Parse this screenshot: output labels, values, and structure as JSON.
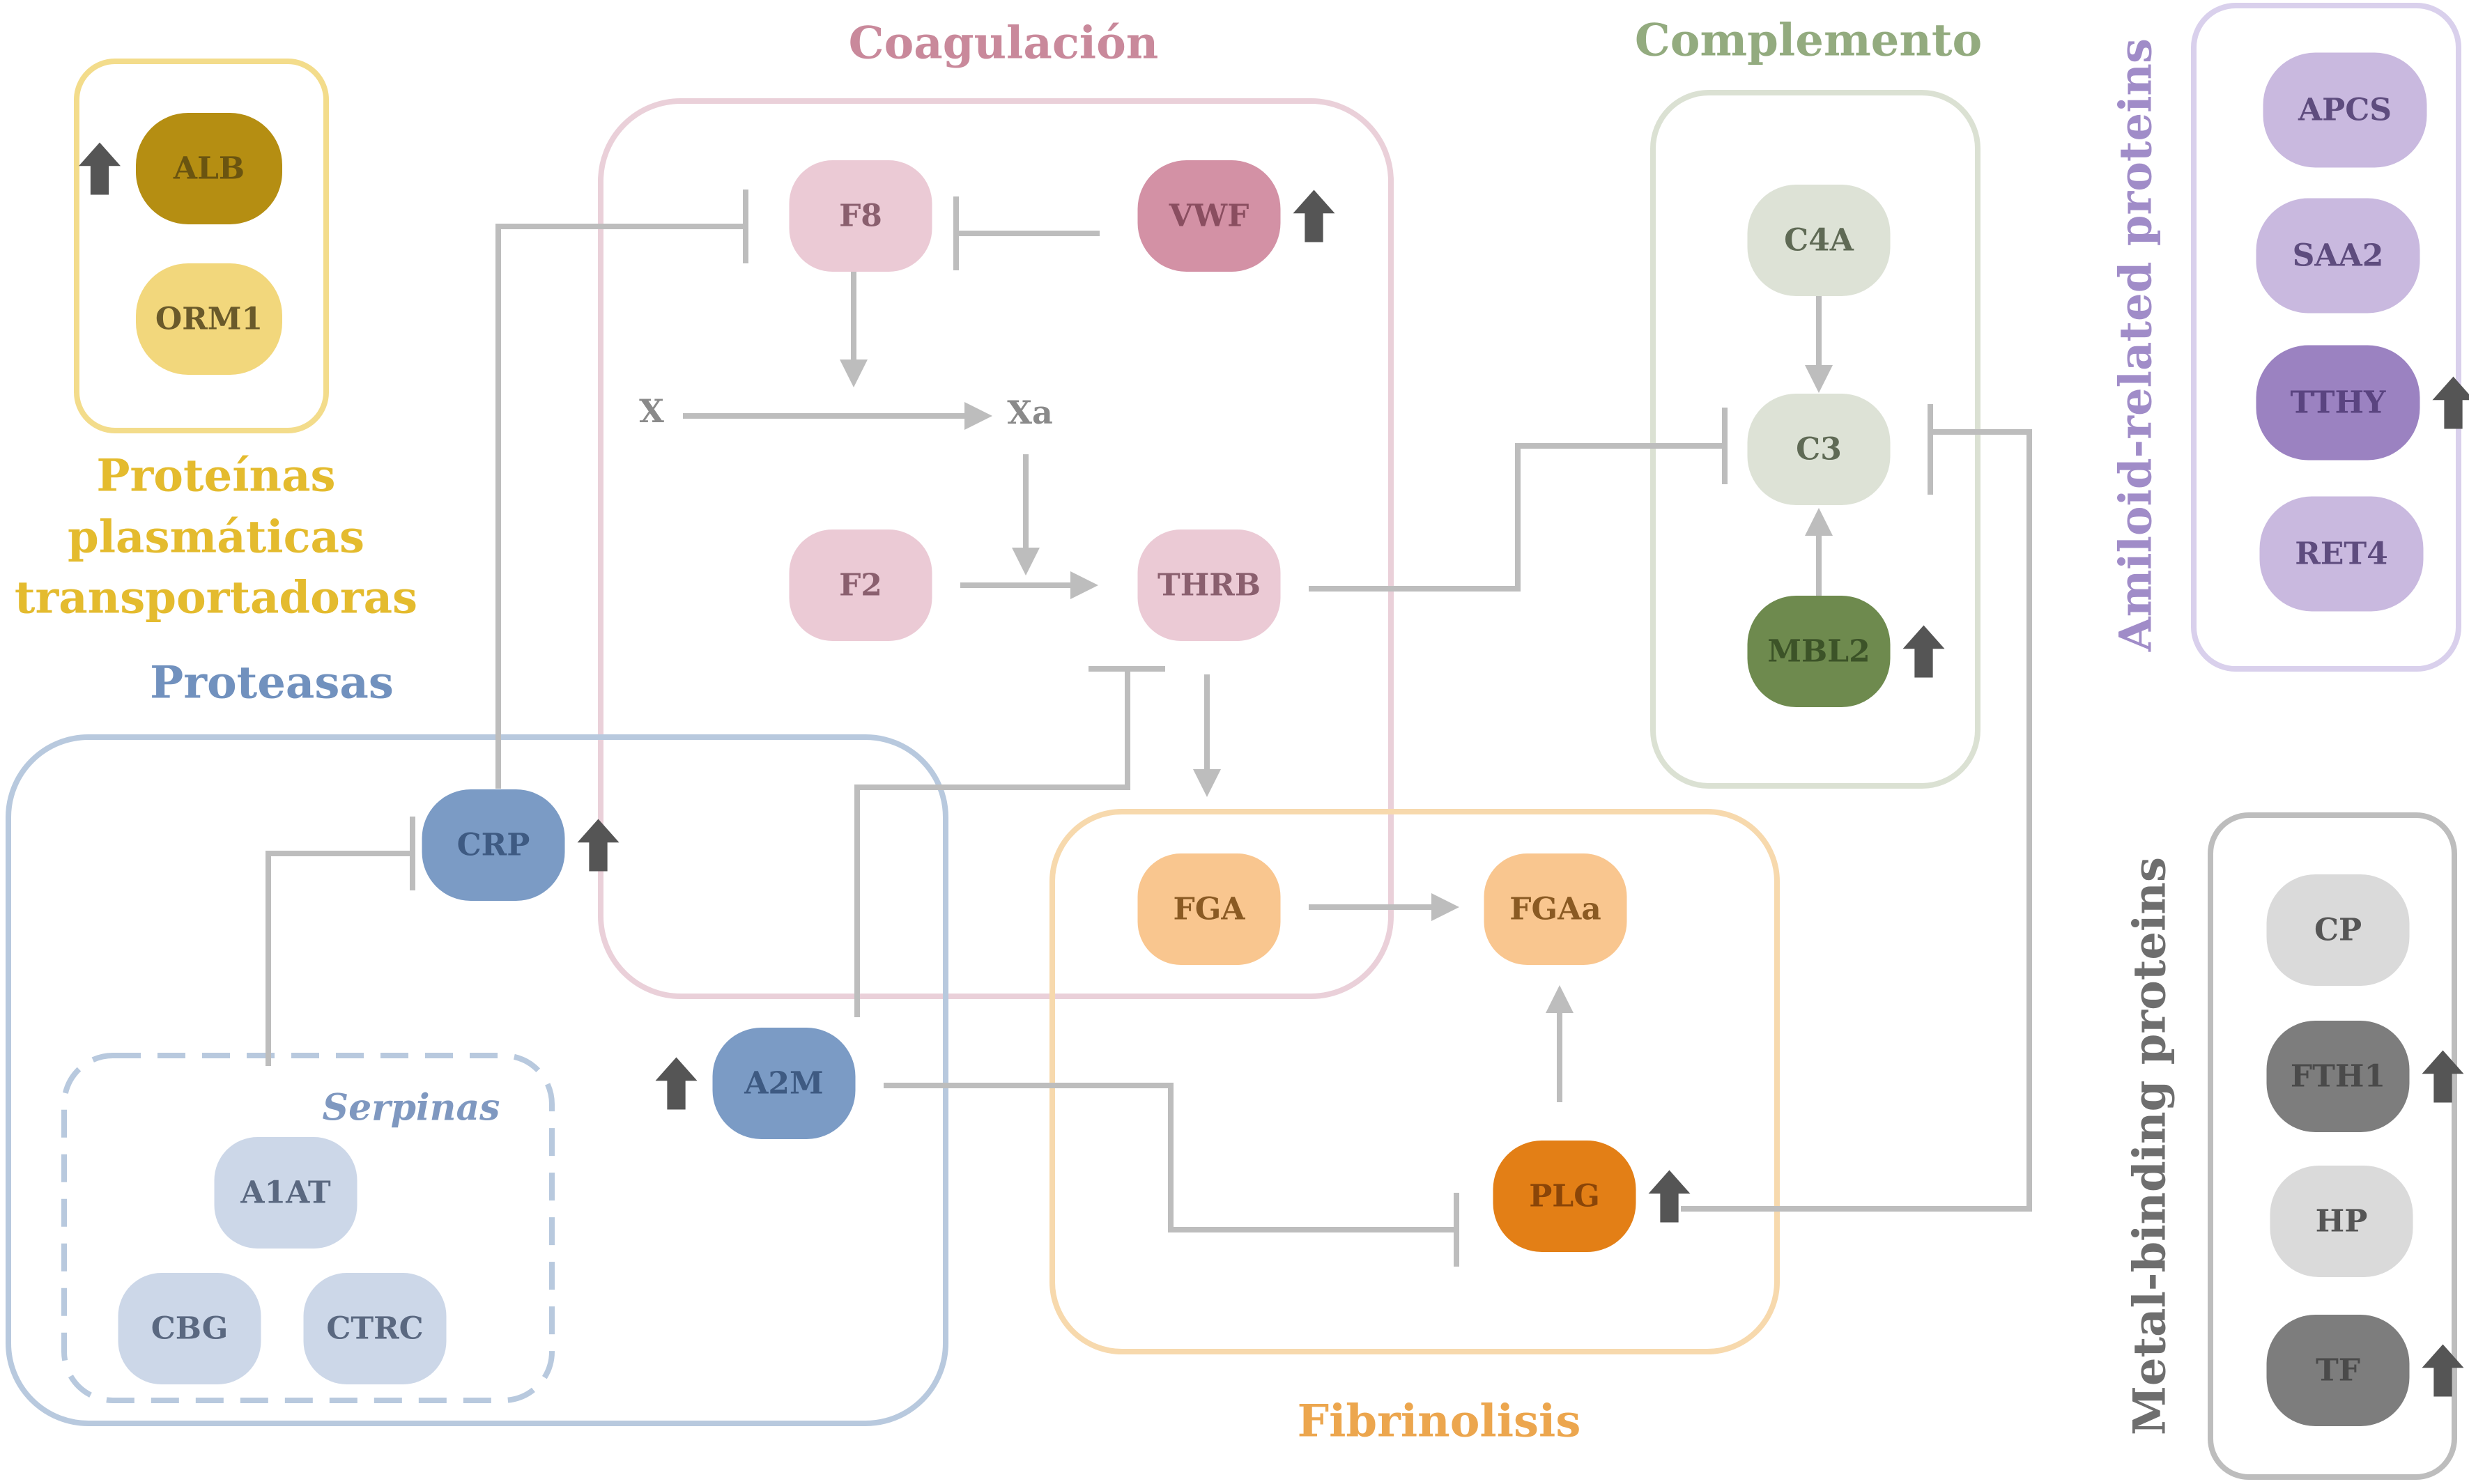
{
  "groups": {
    "transport": {
      "title_lines": [
        "Proteínas",
        "plasmáticas",
        "transportadoras"
      ],
      "color": "#e4bb2e",
      "border": "#f3dc8b"
    },
    "coagulation": {
      "title": "Coagulación",
      "color": "#c9899b",
      "border": "#ead0d9"
    },
    "complement": {
      "title": "Complemento",
      "color": "#93ab7f",
      "border": "#dbe1d3"
    },
    "amyloid": {
      "title": "Amiloid-related proteins",
      "color": "#a08cc8",
      "border": "#d9d0ec"
    },
    "proteases": {
      "title": "Proteasas",
      "color": "#7191be",
      "border": "#b8c9de"
    },
    "serpins": {
      "title": "Serpinas",
      "color": "#7f98c0",
      "border": "#b8c9de"
    },
    "fibrinolysis": {
      "title": "Fibrinolisis",
      "color": "#eca64e",
      "border": "#f7d9ad"
    },
    "metal": {
      "title": "Metal-binding proteins",
      "color": "#6e6e6e",
      "border": "#bdbdbd"
    }
  },
  "nodes": {
    "ALB": {
      "label": "ALB",
      "fill": "#b58e12",
      "text": "#6a5410",
      "up": true
    },
    "ORM1": {
      "label": "ORM1",
      "fill": "#f2d77c",
      "text": "#6a5a2a",
      "up": false
    },
    "F8": {
      "label": "F8",
      "fill": "#ebcad5",
      "text": "#8a5f6e",
      "up": false
    },
    "VWF": {
      "label": "VWF",
      "fill": "#d391a5",
      "text": "#8a4e60",
      "up": true
    },
    "F2": {
      "label": "F2",
      "fill": "#ebcad5",
      "text": "#8a5f6e",
      "up": false
    },
    "THRB": {
      "label": "THRB",
      "fill": "#ebcad5",
      "text": "#8a5f6e",
      "up": false
    },
    "C4A": {
      "label": "C4A",
      "fill": "#dde2d6",
      "text": "#5f6a55",
      "up": false
    },
    "C3": {
      "label": "C3",
      "fill": "#dde2d6",
      "text": "#5f6a55",
      "up": false
    },
    "MBL2": {
      "label": "MBL2",
      "fill": "#6e8a4e",
      "text": "#3c5328",
      "up": true
    },
    "APCS": {
      "label": "APCS",
      "fill": "#c9b9df",
      "text": "#5e4c7e",
      "up": false
    },
    "SAA2": {
      "label": "SAA2",
      "fill": "#c9b9df",
      "text": "#5e4c7e",
      "up": false
    },
    "TTHY": {
      "label": "TTHY",
      "fill": "#9b82c1",
      "text": "#5a4480",
      "up": true
    },
    "RET4": {
      "label": "RET4",
      "fill": "#c9b9df",
      "text": "#5e4c7e",
      "up": false
    },
    "CRP": {
      "label": "CRP",
      "fill": "#7b9bc5",
      "text": "#3e5a82",
      "up": true
    },
    "A2M": {
      "label": "A2M",
      "fill": "#7b9bc5",
      "text": "#3e5a82",
      "up": true
    },
    "A1AT": {
      "label": "A1AT",
      "fill": "#ccd7e8",
      "text": "#5a6880",
      "up": false
    },
    "CBG": {
      "label": "CBG",
      "fill": "#ccd7e8",
      "text": "#5a6880",
      "up": false
    },
    "CTRC": {
      "label": "CTRC",
      "fill": "#ccd7e8",
      "text": "#5a6880",
      "up": false
    },
    "FGA": {
      "label": "FGA",
      "fill": "#f9c68f",
      "text": "#8a5a23",
      "up": false
    },
    "FGAa": {
      "label": "FGAa",
      "fill": "#f9c68f",
      "text": "#8a5a23",
      "up": false
    },
    "PLG": {
      "label": "PLG",
      "fill": "#e37f16",
      "text": "#8a4508",
      "up": true
    },
    "CP": {
      "label": "CP",
      "fill": "#dadada",
      "text": "#555555",
      "up": false
    },
    "FTH1": {
      "label": "FTH1",
      "fill": "#7d7d7d",
      "text": "#4a4a4a",
      "up": true
    },
    "HP": {
      "label": "HP",
      "fill": "#dadada",
      "text": "#555555",
      "up": false
    },
    "TF": {
      "label": "TF",
      "fill": "#7d7d7d",
      "text": "#4a4a4a",
      "up": true
    }
  },
  "free_labels": {
    "X": "X",
    "Xa": "Xa"
  },
  "colors": {
    "edge": "#bdbdbd",
    "up_arrow": "#555555"
  }
}
